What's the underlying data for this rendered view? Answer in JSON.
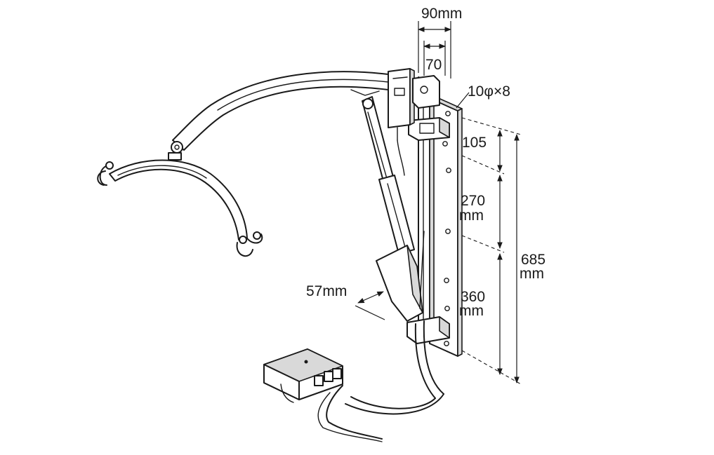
{
  "dimensions": {
    "top_width": "90mm",
    "top_inner": "70",
    "holes": "10φ×8",
    "seg_top": "105",
    "seg_mid_value": "270",
    "seg_mid_unit": "mm",
    "seg_bottom_value": "360",
    "seg_bottom_unit": "mm",
    "total_value": "685",
    "total_unit": "mm",
    "arm_offset": "57mm"
  },
  "colors": {
    "line": "#1a1a1a",
    "shade": "#d9d9d9",
    "background": "#ffffff"
  }
}
